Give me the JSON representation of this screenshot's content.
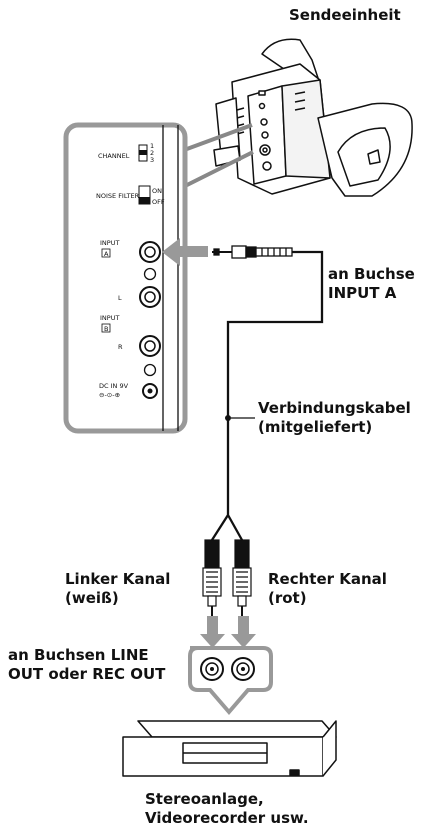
{
  "labels": {
    "transmitter": "Sendeeinheit",
    "input_a_line1": "an Buchse",
    "input_a_line2": "INPUT A",
    "cable_line1": "Verbindungskabel",
    "cable_line2": "(mitgeliefert)",
    "left_line1": "Linker Kanal",
    "left_line2": "(weiß)",
    "right_line1": "Rechter Kanal",
    "right_line2": "(rot)",
    "line_out_line1": "an Buchsen LINE",
    "line_out_line2": "OUT oder REC OUT",
    "source_line1": "Stereoanlage,",
    "source_line2": "Videorecorder usw."
  },
  "panel": {
    "channel": "CHANNEL",
    "ch1": "1",
    "ch2": "2",
    "ch3": "3",
    "noise_filter": "NOISE FILTER",
    "on": "ON",
    "off": "OFF",
    "input": "INPUT",
    "input2": "INPUT",
    "a": "A",
    "b": "B",
    "l": "L",
    "r": "R",
    "dc_in": "DC IN 9V"
  }
}
